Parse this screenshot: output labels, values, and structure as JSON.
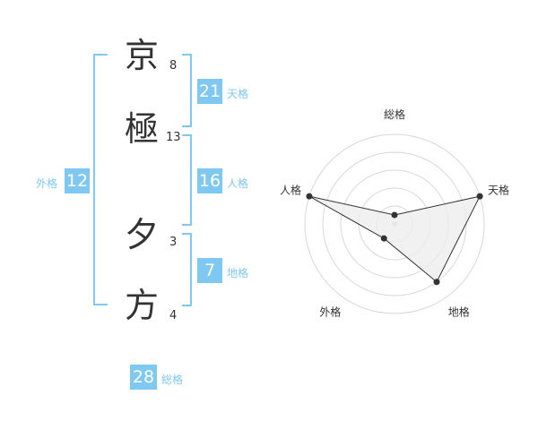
{
  "name": {
    "chars": [
      {
        "char": "京",
        "strokes": "8"
      },
      {
        "char": "極",
        "strokes": "13"
      },
      {
        "char": "夕",
        "strokes": "3"
      },
      {
        "char": "方",
        "strokes": "4"
      }
    ]
  },
  "fortunes": {
    "tenkaku": {
      "value": "21",
      "label": "天格"
    },
    "jinkaku": {
      "value": "16",
      "label": "人格"
    },
    "chikaku": {
      "value": "7",
      "label": "地格"
    },
    "gaikaku": {
      "value": "12",
      "label": "外格"
    },
    "soukaku": {
      "value": "28",
      "label": "総格"
    }
  },
  "colors": {
    "accent": "#7ec8f1",
    "text": "#333333"
  },
  "chart_data": {
    "type": "radar",
    "axes": [
      "総格",
      "天格",
      "地格",
      "外格",
      "人格"
    ],
    "values": [
      0.1,
      1.0,
      0.8,
      0.2,
      1.0
    ],
    "max": 1.0,
    "rings": 5,
    "grid": true
  }
}
